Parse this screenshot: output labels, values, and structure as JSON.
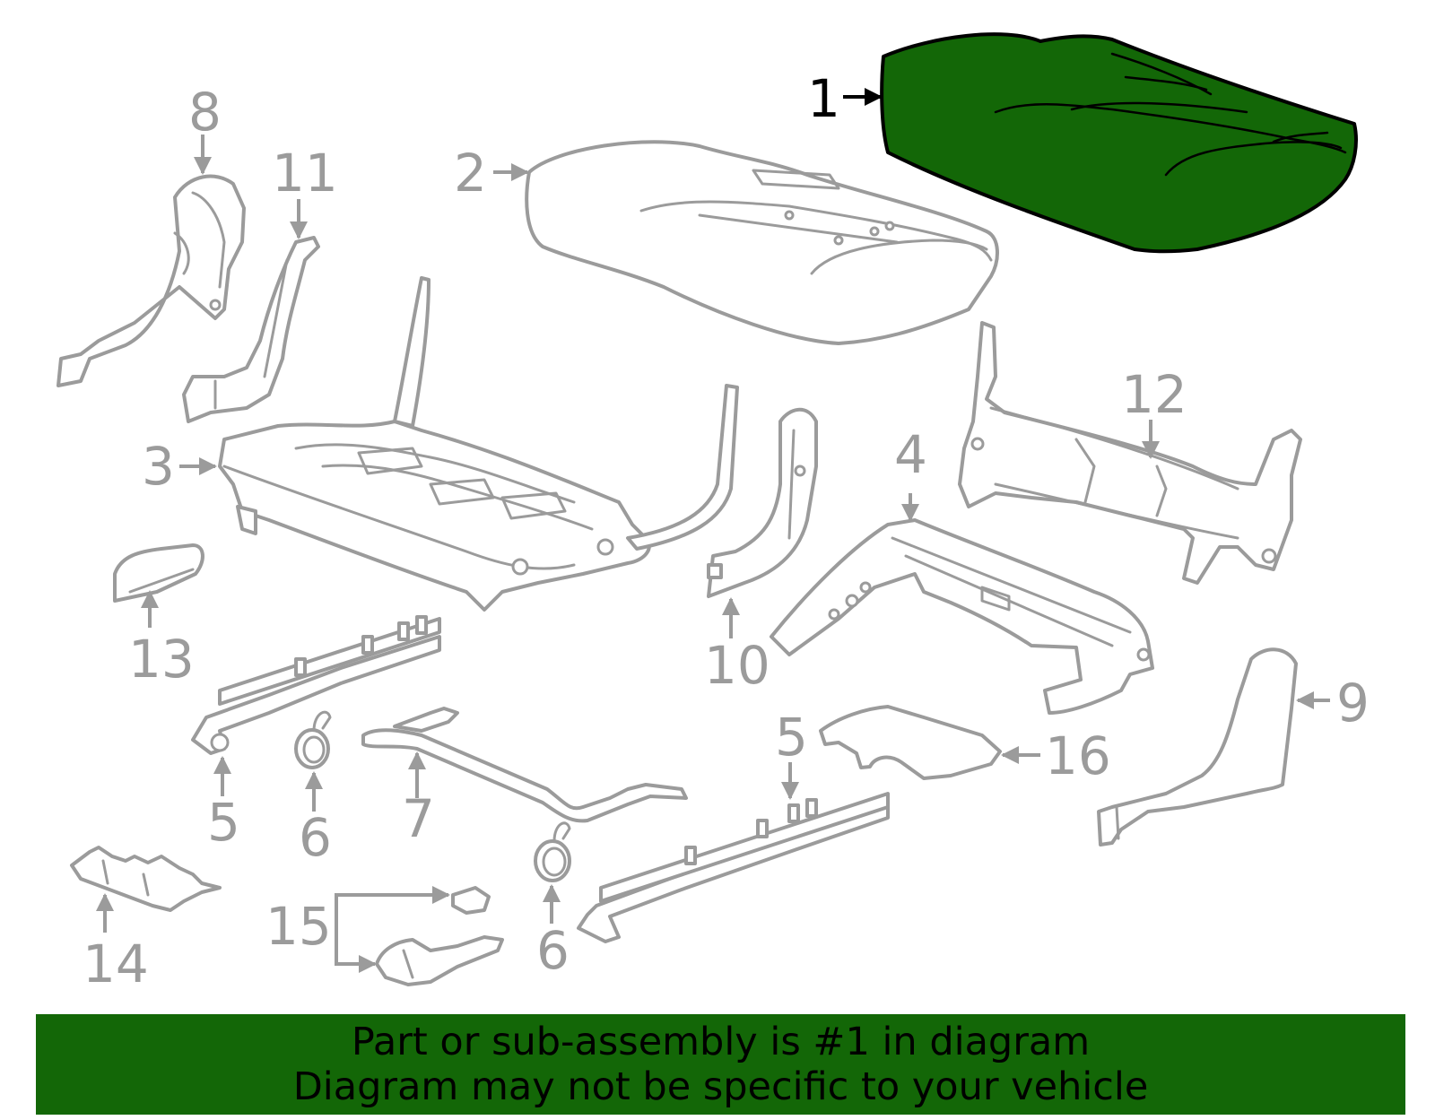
{
  "diagram": {
    "callouts": [
      {
        "id": "c1",
        "text": "1",
        "highlighted": true
      },
      {
        "id": "c2",
        "text": "2"
      },
      {
        "id": "c3",
        "text": "3"
      },
      {
        "id": "c4",
        "text": "4"
      },
      {
        "id": "c5a",
        "text": "5"
      },
      {
        "id": "c5b",
        "text": "5"
      },
      {
        "id": "c6a",
        "text": "6"
      },
      {
        "id": "c6b",
        "text": "6"
      },
      {
        "id": "c7",
        "text": "7"
      },
      {
        "id": "c8",
        "text": "8"
      },
      {
        "id": "c9",
        "text": "9"
      },
      {
        "id": "c10",
        "text": "10"
      },
      {
        "id": "c11",
        "text": "11"
      },
      {
        "id": "c12",
        "text": "12"
      },
      {
        "id": "c13",
        "text": "13"
      },
      {
        "id": "c14",
        "text": "14"
      },
      {
        "id": "c15",
        "text": "15"
      },
      {
        "id": "c16",
        "text": "16"
      }
    ]
  },
  "colors": {
    "highlight": "#136707",
    "part_outline": "#9b9b9b",
    "banner_bg": "#136707",
    "banner_text": "#000000"
  },
  "banner": {
    "line1": "Part or sub-assembly is #1 in diagram",
    "line2": "Diagram may not be specific to your vehicle"
  }
}
